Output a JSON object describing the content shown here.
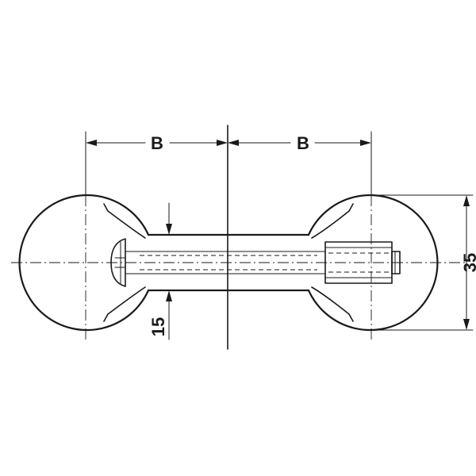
{
  "drawing": {
    "line_color": "#1a1a1a",
    "background": "#ffffff",
    "dimensions": {
      "left_span": "B",
      "right_span": "B",
      "sphere_diameter": "35",
      "shank_diameter": "15"
    }
  }
}
